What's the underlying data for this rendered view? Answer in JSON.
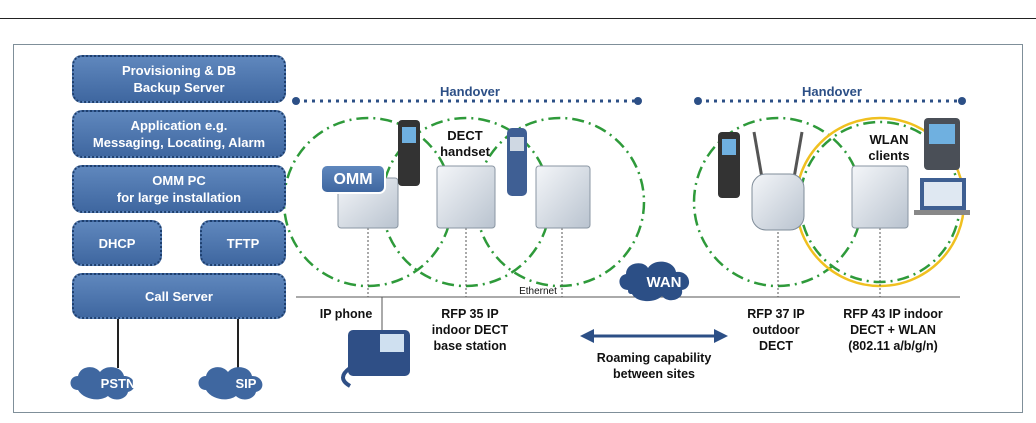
{
  "left_stack": {
    "provisioning": "Provisioning & DB\nBackup Server",
    "application": "Application e.g.\nMessaging, Locating, Alarm",
    "omm_pc": "OMM PC\nfor large installation",
    "dhcp": "DHCP",
    "tftp": "TFTP",
    "call_server": "Call Server",
    "pstn": "PSTN",
    "sip": "SIP"
  },
  "handover_left": "Handover",
  "handover_right": "Handover",
  "omm": "OMM",
  "dect_handset": "DECT\nhandset",
  "wlan_clients": "WLAN\nclients",
  "ethernet": "Ethernet",
  "wan": "WAN",
  "ip_phone": "IP phone",
  "rfp35": "RFP 35 IP\nindoor DECT\nbase station",
  "roaming": "Roaming capability\nbetween sites",
  "rfp37": "RFP 37 IP\noutdoor\nDECT",
  "rfp43": "RFP 43 IP indoor\nDECT + WLAN\n(802.11 a/b/g/n)",
  "colors": {
    "accent": "#2c4f86",
    "box": "#4a72aa",
    "green": "#2e9a3a",
    "yellow": "#f0c020"
  }
}
